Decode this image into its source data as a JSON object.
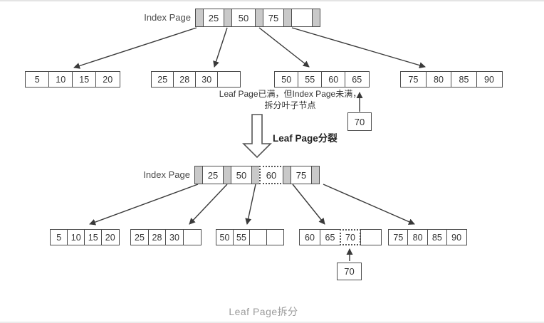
{
  "top_tree": {
    "index_label": "Index Page",
    "index_keys": [
      "25",
      "50",
      "75",
      ""
    ],
    "leaves": {
      "leaf1": [
        "5",
        "10",
        "15",
        "20"
      ],
      "leaf2": [
        "25",
        "28",
        "30",
        ""
      ],
      "leaf3": [
        "50",
        "55",
        "60",
        "65"
      ],
      "leaf4": [
        "75",
        "80",
        "85",
        "90"
      ]
    },
    "note_line1": "Leaf Page已满，但Index Page未满，",
    "note_line2": "拆分叶子节点",
    "insert_value": "70"
  },
  "transition_label": "Leaf Page分裂",
  "bottom_tree": {
    "index_label": "Index Page",
    "index_keys": [
      "25",
      "50",
      "60",
      "75"
    ],
    "leaves": {
      "leaf1": [
        "5",
        "10",
        "15",
        "20"
      ],
      "leaf2": [
        "25",
        "28",
        "30",
        ""
      ],
      "leaf3": [
        "50",
        "55",
        "",
        ""
      ],
      "leaf4": [
        "60",
        "65",
        "70",
        ""
      ],
      "leaf5": [
        "75",
        "80",
        "85",
        "90"
      ]
    },
    "insert_value": "70"
  },
  "caption": "Leaf Page拆分",
  "colors": {
    "cell_border": "#4d4d4d",
    "separator_fill": "#c9c9c9",
    "arrow": "#3a3a3a",
    "note_text": "#333333",
    "caption_text": "#9b9b9b",
    "page_edge": "#e4e4e4"
  }
}
